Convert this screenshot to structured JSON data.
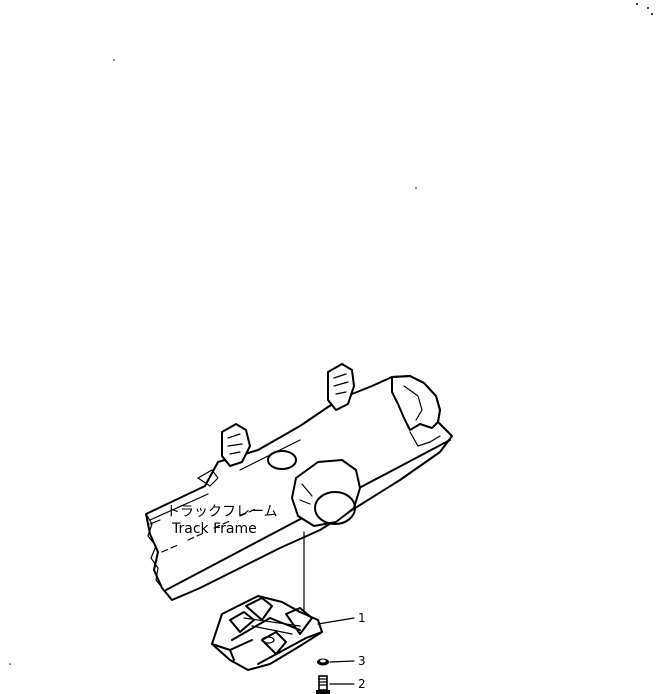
{
  "labels": {
    "frame_jp": "トラックフレーム",
    "frame_en": "Track Frame"
  },
  "callouts": [
    "1",
    "3",
    "2"
  ]
}
